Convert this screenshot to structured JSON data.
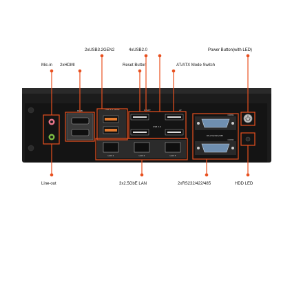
{
  "top_labels": {
    "usb32": "2xUSB3.2GEN2",
    "usb20": "4xUSB2.0",
    "power": "Power Button(with LED)",
    "mic": "Mic-in",
    "hdmi": "2xHDMI",
    "reset": "Reset Button",
    "atx": "AT/ATX Mode Switch"
  },
  "bottom_labels": {
    "lineout": "Line-out",
    "lan": "3x2.5GbE LAN",
    "rs": "2xRS232/422/485",
    "hdd": "HDD LED"
  },
  "panel_text": {
    "hdmi": "HDMI",
    "usb32": "USB 3.2 GEN2",
    "usb20": "USB 2.0",
    "reset": "RESET",
    "at": "AT",
    "com1": "COM1",
    "com2": "COM2",
    "rs": "RS-232/422/485",
    "lan1": "LAN 1",
    "lan2": "LAN 2",
    "lan3": "LAN 3"
  },
  "colors": {
    "callout": "#e8501f",
    "chassis": "#1c1c1c",
    "audio_pink": "#e9758a",
    "audio_green": "#7dbb42",
    "usb_orange": "#e37b2f"
  }
}
